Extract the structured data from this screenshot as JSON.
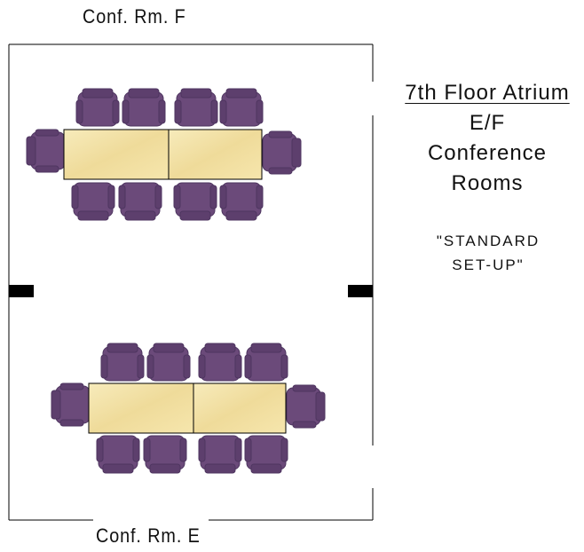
{
  "labels": {
    "room_f": "Conf. Rm. F",
    "room_e": "Conf. Rm. E"
  },
  "title": {
    "line1": "7th Floor Atrium",
    "line2": "E/F",
    "line3": "Conference",
    "line4": "Rooms"
  },
  "setup": {
    "line1": "\"STANDARD",
    "line2": "SET-UP\""
  },
  "colors": {
    "chair": "#6b4a7a",
    "chair_dark": "#4e3560",
    "table": "#f3e2a6",
    "wall": "#000000"
  }
}
